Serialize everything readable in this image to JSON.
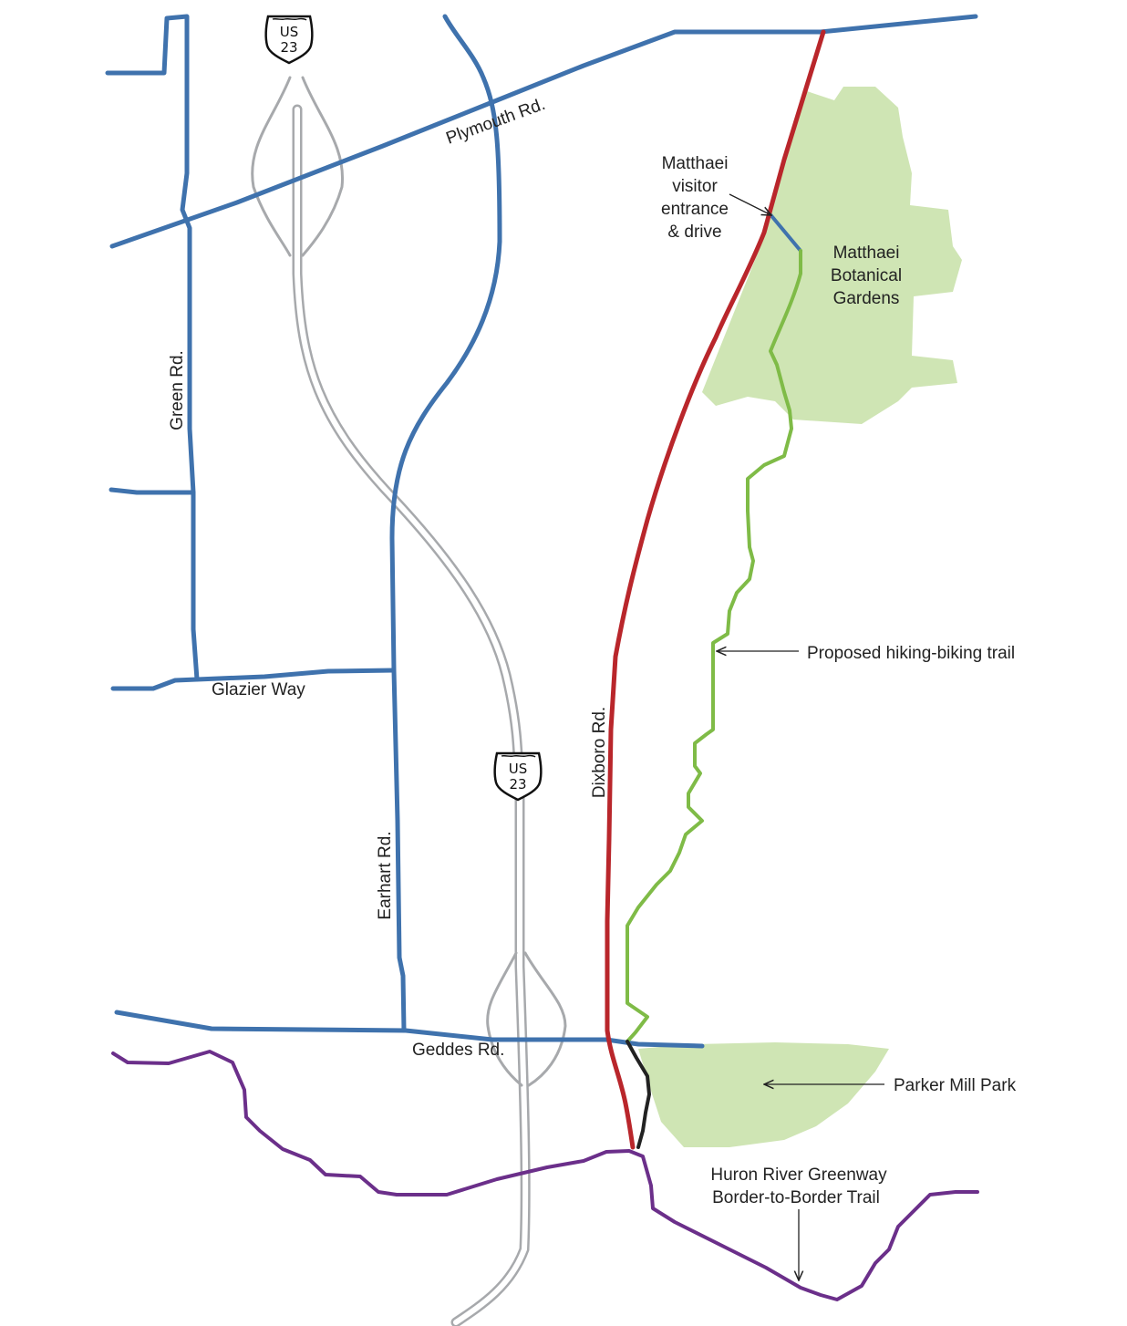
{
  "colors": {
    "road": "#3f72ad",
    "dixboro": "#b9262b",
    "trail_proposed": "#7fbb47",
    "greenway": "#6b2f8a",
    "connector": "#222222",
    "highway": "#a7a9ac",
    "park_fill": "#cfe5b4"
  },
  "shields": [
    {
      "line1": "US",
      "line2": "23"
    },
    {
      "line1": "US",
      "line2": "23"
    }
  ],
  "roads": {
    "plymouth": "Plymouth Rd.",
    "green": "Green Rd.",
    "glazier": "Glazier Way",
    "earhart": "Earhart Rd.",
    "dixboro": "Dixboro Rd.",
    "geddes": "Geddes Rd."
  },
  "labels": {
    "matthaei_entrance": [
      "Matthaei",
      "visitor",
      "entrance",
      "& drive"
    ],
    "matthaei_gardens": [
      "Matthaei",
      "Botanical",
      "Gardens"
    ],
    "proposed_trail": "Proposed hiking-biking trail",
    "parker_mill": "Parker Mill Park",
    "greenway": [
      "Huron River Greenway",
      "Border-to-Border Trail"
    ]
  }
}
